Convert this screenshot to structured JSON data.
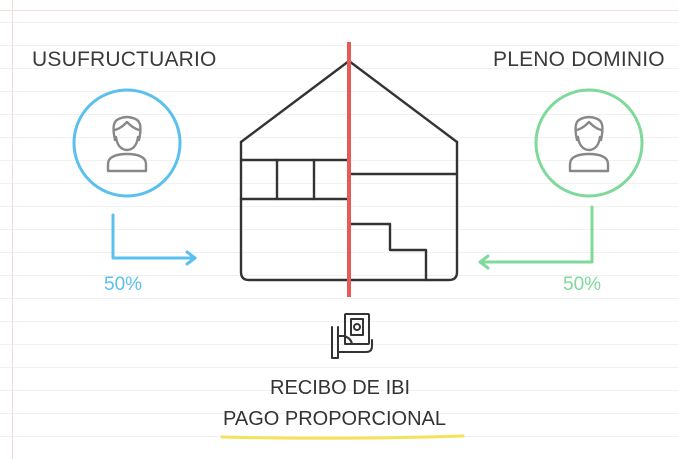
{
  "left_party": {
    "label": "USUFRUCTUARIO",
    "share": "50%"
  },
  "right_party": {
    "label": "PLENO DOMINIO",
    "share": "50%"
  },
  "caption": {
    "line1": "RECIBO DE IBI",
    "line2": "PAGO PROPORCIONAL"
  },
  "colors": {
    "left_accent": "#5ac0ee",
    "right_accent": "#7fd99a",
    "divider": "#e85a5a",
    "house": "#333333",
    "underline": "#f4e35a"
  },
  "icons": [
    "person-icon",
    "person-icon",
    "house-icon",
    "payment-hand-icon"
  ]
}
